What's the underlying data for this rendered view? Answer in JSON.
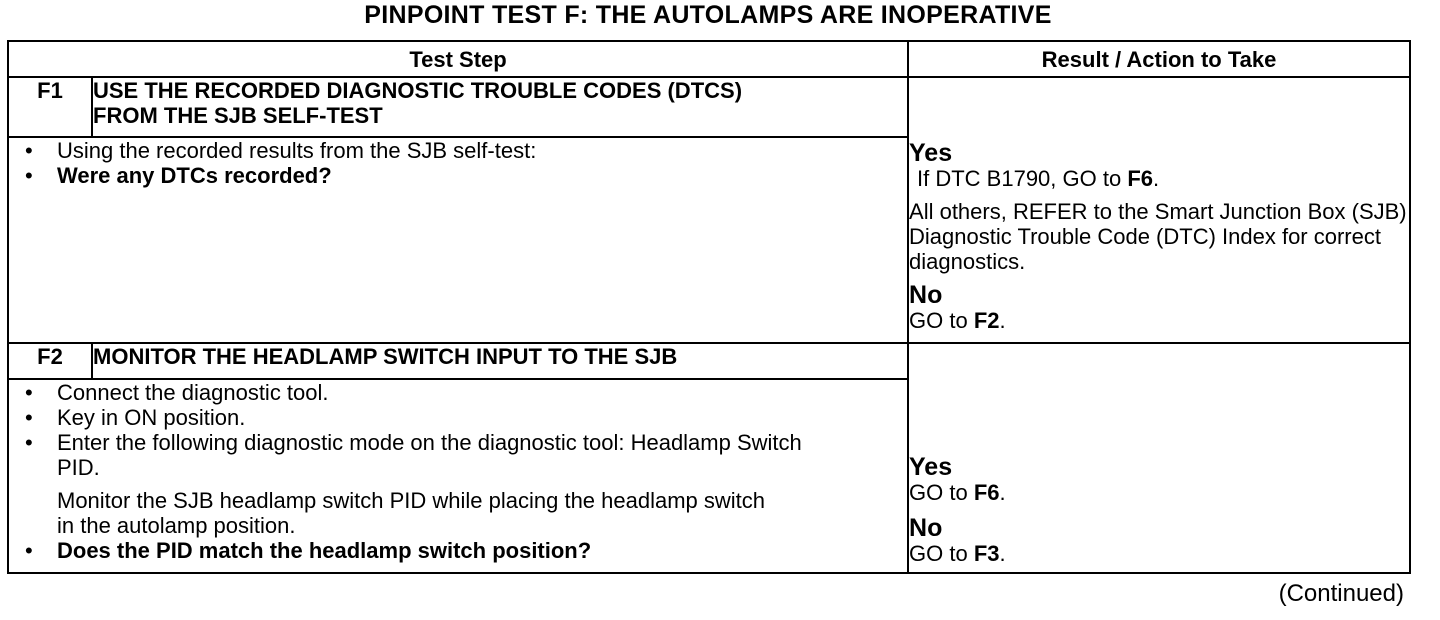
{
  "title": "PINPOINT TEST  F: THE AUTOLAMPS ARE INOPERATIVE",
  "header": {
    "step": "Test Step",
    "result": "Result / Action to Take"
  },
  "steps": [
    {
      "id": "F1",
      "heading_line1": "USE THE RECORDED DIAGNOSTIC TROUBLE CODES (DTCS)",
      "heading_line2": "FROM THE SJB SELF-TEST",
      "bullets": [
        "Using the recorded results from the SJB self-test:",
        "Were any DTCs recorded?"
      ],
      "yes_label": "Yes",
      "yes_line1_pre": "If DTC B1790, GO to ",
      "yes_line1_ref": "F6",
      "yes_line2": "All others, REFER to the Smart Junction Box (SJB) Diagnostic Trouble Code (DTC) Index for correct diagnostics.",
      "no_label": "No",
      "no_pre": "GO to ",
      "no_ref": "F2"
    },
    {
      "id": "F2",
      "heading_line1": "MONITOR THE HEADLAMP SWITCH INPUT TO THE SJB",
      "bullets": [
        "Connect the diagnostic tool.",
        "Key in ON position.",
        "Enter the following diagnostic mode on the diagnostic tool: Headlamp Switch PID."
      ],
      "note": "Monitor the SJB headlamp switch PID while placing the headlamp switch in the autolamp position.",
      "final_bullet": "Does the PID match the headlamp switch position?",
      "yes_label": "Yes",
      "yes_pre": "GO to ",
      "yes_ref": "F6",
      "no_label": "No",
      "no_pre": "GO to ",
      "no_ref": "F3"
    }
  ],
  "footer": "(Continued)"
}
